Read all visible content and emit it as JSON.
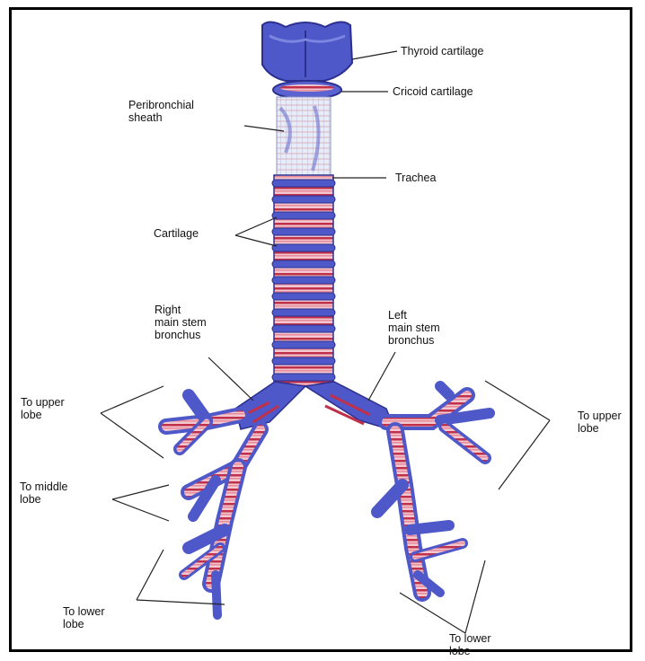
{
  "labels": {
    "thyroid_cartilage": "Thyroid cartilage",
    "cricoid_cartilage": "Cricoid cartilage",
    "peribronchial_sheath": "Peribronchial\nsheath",
    "trachea": "Trachea",
    "cartilage": "Cartilage",
    "right_main_stem_bronchus": "Right\nmain stem\nbronchus",
    "left_main_stem_bronchus": "Left\nmain stem\nbronchus",
    "right_upper_lobe": "To upper\nlobe",
    "left_upper_lobe": "To upper\nlobe",
    "middle_lobe": "To middle\nlobe",
    "right_lower_lobe": "To lower\nlobe",
    "left_lower_lobe": "To lower\nlobe"
  },
  "colors": {
    "airway_blue": "#4f58c8",
    "airway_dark": "#2b2f8f",
    "ring_pink": "#e88a9a",
    "ring_red": "#c0304a"
  }
}
